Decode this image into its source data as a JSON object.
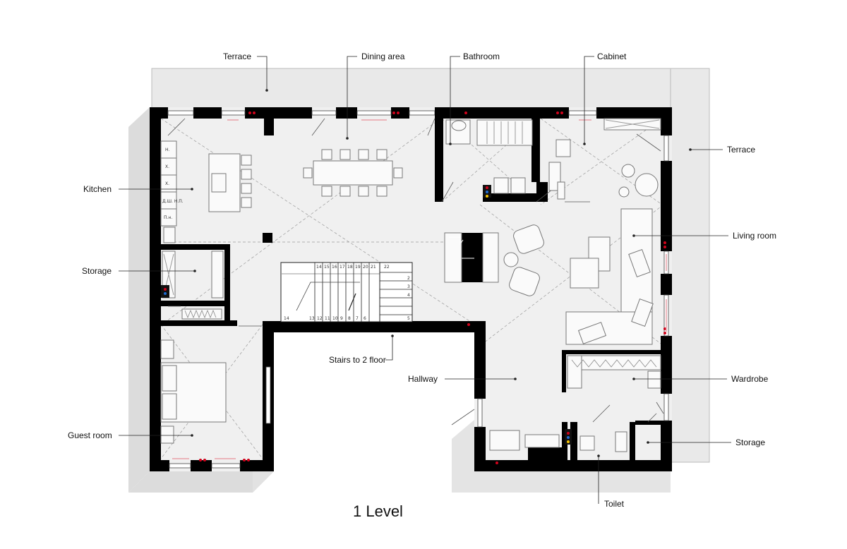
{
  "caption": "1 Level",
  "rooms": {
    "terrace_top": "Terrace",
    "dining": "Dining area",
    "bathroom": "Bathroom",
    "cabinet": "Cabinet",
    "terrace_right": "Terrace",
    "kitchen": "Kitchen",
    "living": "Living room",
    "storage_left": "Storage",
    "stairs": "Stairs to 2 floor",
    "hallway": "Hallway",
    "wardrobe": "Wardrobe",
    "guest": "Guest room",
    "storage_right": "Storage",
    "toilet": "Toilet"
  },
  "kitchen_cabinets": [
    "Н.",
    "Х.",
    "Х.",
    "Д.Ш. Н.П.",
    "П.н."
  ],
  "stair_steps_upper": [
    "14",
    "15",
    "16",
    "17",
    "18",
    "19",
    "20",
    "21",
    "22"
  ],
  "stair_steps_right": [
    "2",
    "3",
    "4"
  ],
  "stair_steps_lower": [
    "14",
    "13",
    "12",
    "11",
    "10",
    "9",
    "8",
    "7",
    "6",
    "5"
  ],
  "colors": {
    "wall": "#000000",
    "floor": "#f0f0f0",
    "terrace": "#e9e9e9",
    "shadow": "#dcdcdc",
    "sockets": "#d0021b"
  }
}
